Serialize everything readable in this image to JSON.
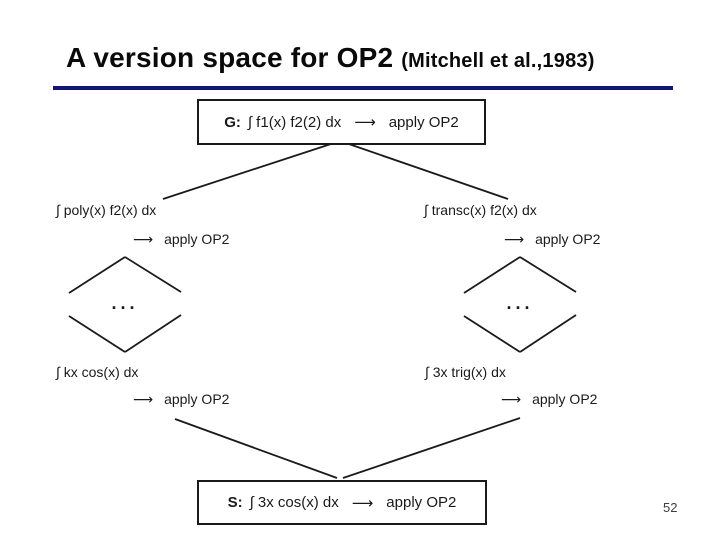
{
  "slide": {
    "title": "A version space for OP2",
    "citation": "(Mitchell et al.,1983)",
    "page_number": "52",
    "accent_color": "#14147E"
  },
  "diagram": {
    "arrow": "⟶",
    "ellipsis": "...",
    "g_node": {
      "label": "G:",
      "formula": "∫ f1(x) f2(2) dx",
      "action": "apply OP2"
    },
    "s_node": {
      "label": "S:",
      "formula": "∫ 3x cos(x) dx",
      "action": "apply OP2"
    },
    "left_mid": {
      "formula": "∫ poly(x) f2(x) dx",
      "action": "apply OP2"
    },
    "right_mid": {
      "formula": "∫ transc(x) f2(x) dx",
      "action": "apply OP2"
    },
    "left_low": {
      "formula": "∫ kx cos(x) dx",
      "action": "apply OP2"
    },
    "right_low": {
      "formula": "∫ 3x trig(x) dx",
      "action": "apply OP2"
    }
  }
}
